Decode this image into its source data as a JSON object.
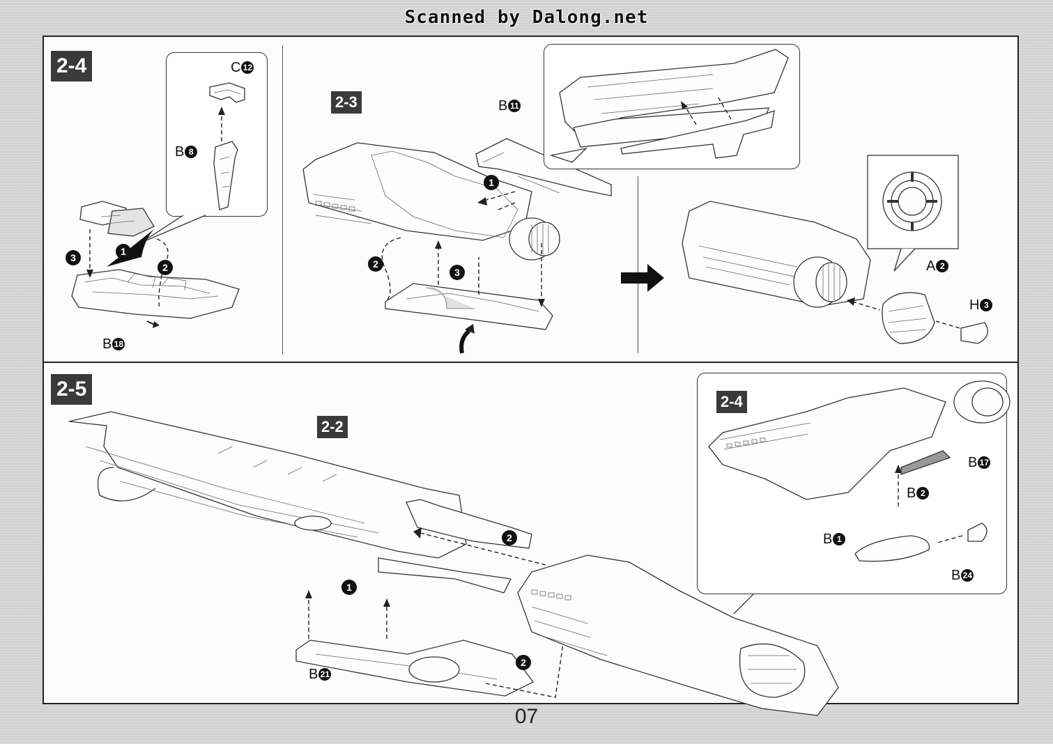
{
  "header": {
    "scan_credit": "Scanned by Dalong.net"
  },
  "panels": {
    "top": {
      "step": "2-4",
      "substep_badge": "2-3",
      "labels": {
        "c12": {
          "letter": "C",
          "num": "12"
        },
        "b8": {
          "letter": "B",
          "num": "8"
        },
        "b18": {
          "letter": "B",
          "num": "18"
        },
        "b11": {
          "letter": "B",
          "num": "11"
        },
        "a2": {
          "letter": "A",
          "num": "2"
        },
        "h3": {
          "letter": "H",
          "num": "3"
        }
      },
      "steps": [
        "1",
        "2",
        "3"
      ]
    },
    "bottom": {
      "step": "2-5",
      "substep_badge": "2-2",
      "callout_badge": "2-4",
      "labels": {
        "b21": {
          "letter": "B",
          "num": "21"
        },
        "b17": {
          "letter": "B",
          "num": "17"
        },
        "b2": {
          "letter": "B",
          "num": "2"
        },
        "b1": {
          "letter": "B",
          "num": "1"
        },
        "b24": {
          "letter": "B",
          "num": "24"
        }
      },
      "steps": [
        "1",
        "2"
      ]
    }
  },
  "footer": {
    "page_number": "07"
  }
}
